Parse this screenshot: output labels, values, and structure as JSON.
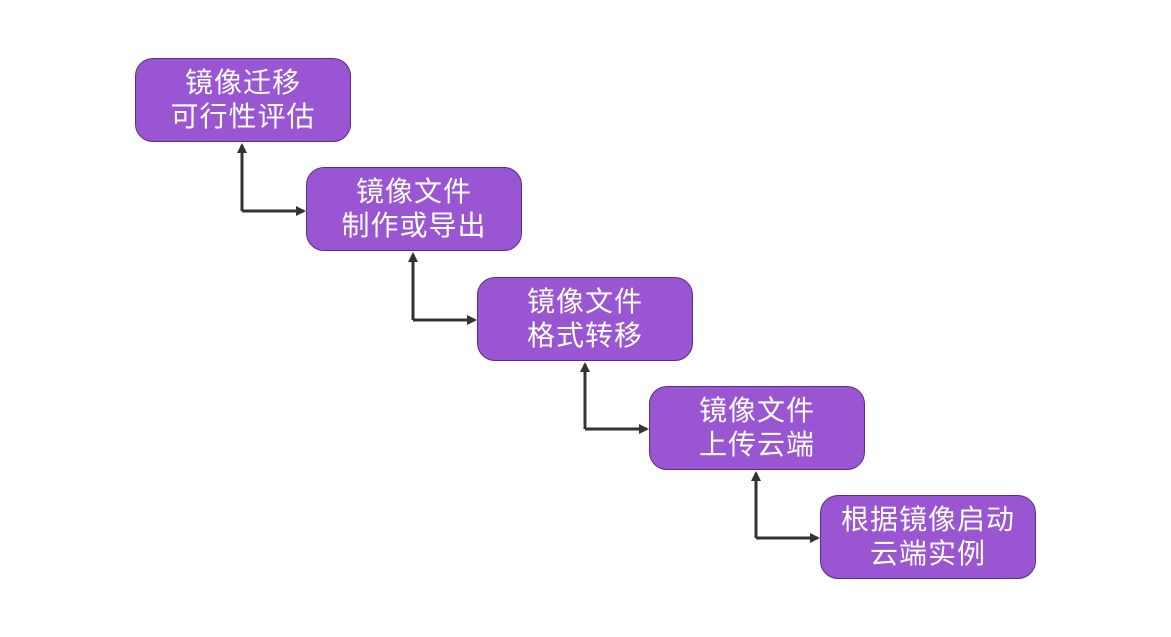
{
  "steps": [
    {
      "line1": "镜像迁移",
      "line2": "可行性评估"
    },
    {
      "line1": "镜像文件",
      "line2": "制作或导出"
    },
    {
      "line1": "镜像文件",
      "line2": "格式转移"
    },
    {
      "line1": "镜像文件",
      "line2": "上传云端"
    },
    {
      "line1": "根据镜像启动",
      "line2": "云端实例"
    }
  ],
  "colors": {
    "box_fill": "#9a55d2",
    "box_border": "#5e2d83",
    "text": "#ffffff",
    "connector": "#333333"
  }
}
